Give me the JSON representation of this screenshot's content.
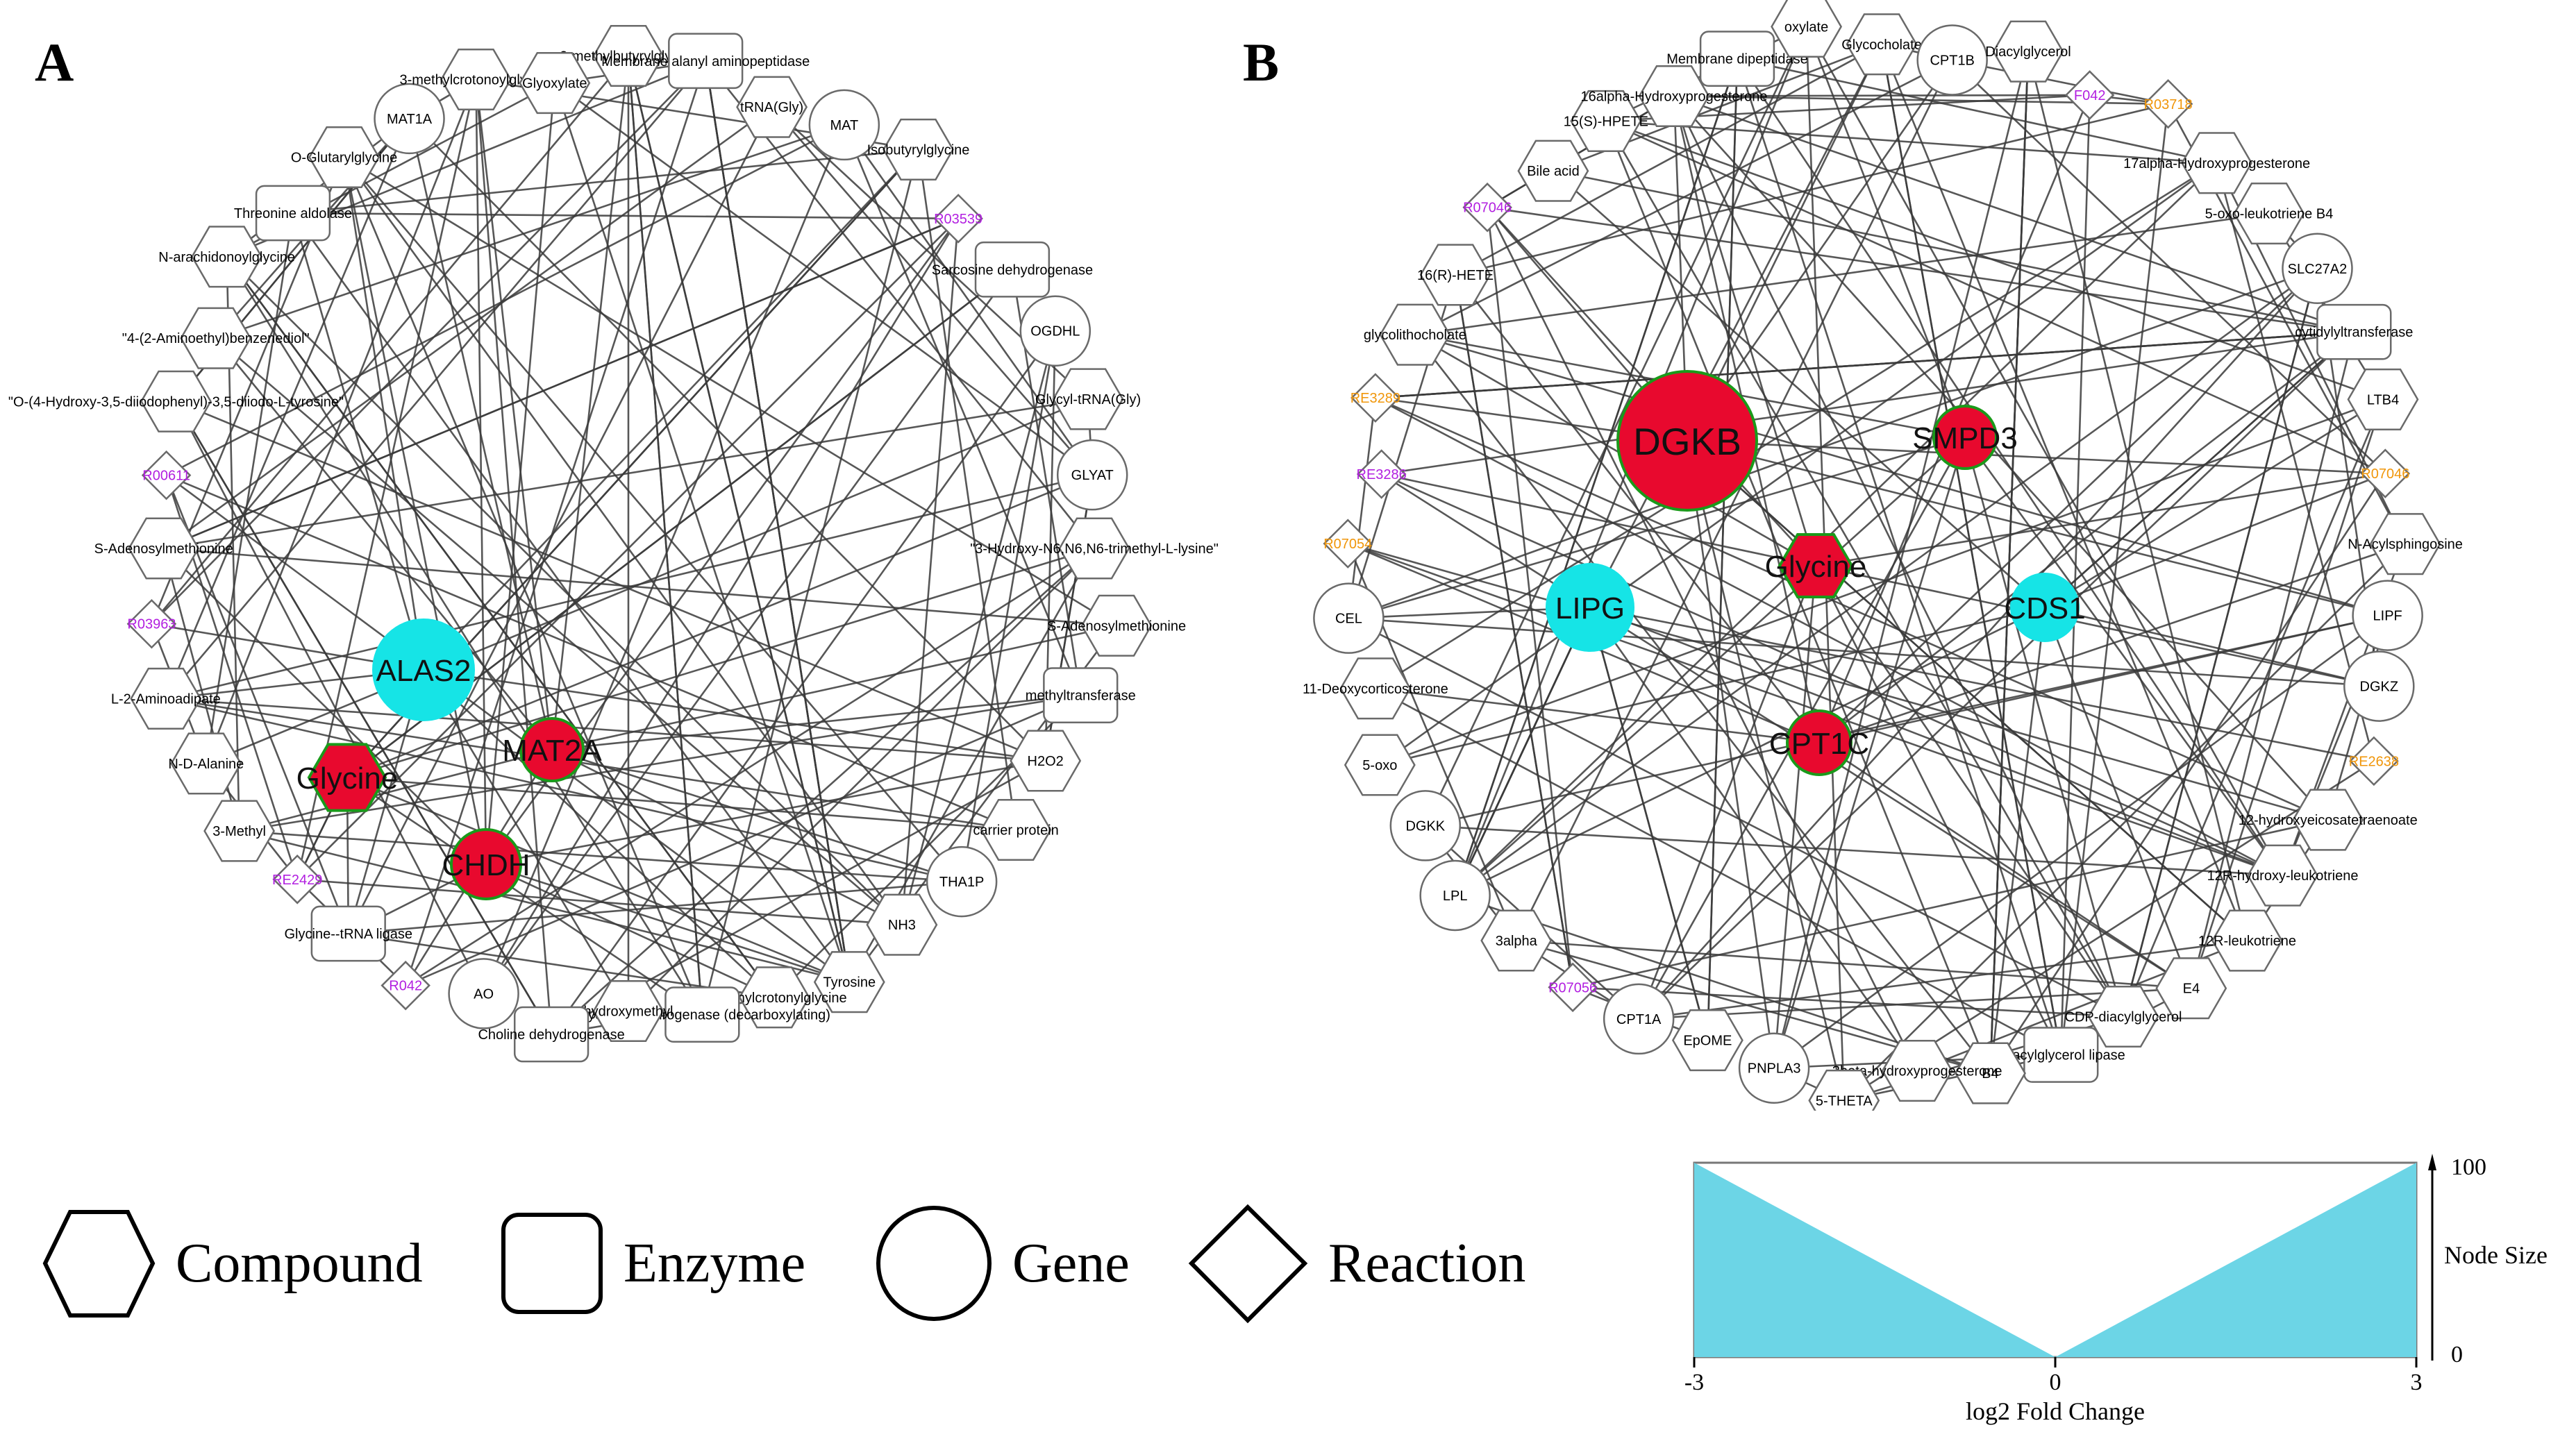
{
  "panels": [
    {
      "letter": "A",
      "highlighted": [
        {
          "label": "ALAS2",
          "shape": "gene",
          "status": "down"
        },
        {
          "label": "MAT2A",
          "shape": "gene",
          "status": "up"
        },
        {
          "label": "Glycine",
          "shape": "compound",
          "status": "up"
        },
        {
          "label": "CHDH",
          "shape": "gene",
          "status": "up"
        }
      ],
      "ring": [
        {
          "label": "2-methylbutyrylglycine",
          "shape": "compound"
        },
        {
          "label": "Membrane alanyl aminopeptidase",
          "shape": "enzyme"
        },
        {
          "label": "tRNA(Gly)",
          "shape": "compound"
        },
        {
          "label": "MAT",
          "shape": "gene"
        },
        {
          "label": "Isobutyrylglycine",
          "shape": "compound"
        },
        {
          "label": "R03539",
          "shape": "reaction"
        },
        {
          "label": "Sarcosine dehydrogenase",
          "shape": "enzyme"
        },
        {
          "label": "OGDHL",
          "shape": "gene"
        },
        {
          "label": "Glycyl-tRNA(Gly)",
          "shape": "compound"
        },
        {
          "label": "GLYAT",
          "shape": "gene"
        },
        {
          "label": "\"3-Hydroxy-N6,N6,N6-trimethyl-L-lysine\"",
          "shape": "compound"
        },
        {
          "label": "S-Adenosylmethionine",
          "shape": "compound"
        },
        {
          "label": "methyltransferase",
          "shape": "enzyme"
        },
        {
          "label": "H2O2",
          "shape": "compound"
        },
        {
          "label": "carrier protein",
          "shape": "compound"
        },
        {
          "label": "THA1P",
          "shape": "gene"
        },
        {
          "label": "NH3",
          "shape": "compound"
        },
        {
          "label": "Tyrosine",
          "shape": "compound"
        },
        {
          "label": "3-Methylcrotonylglycine",
          "shape": "compound"
        },
        {
          "label": "Glycine dehydrogenase (decarboxylating)",
          "shape": "enzyme"
        },
        {
          "label": "hydroxymethyl",
          "shape": "compound"
        },
        {
          "label": "Choline dehydrogenase",
          "shape": "enzyme"
        },
        {
          "label": "AO",
          "shape": "gene"
        },
        {
          "label": "R042",
          "shape": "reaction"
        },
        {
          "label": "Glycine--tRNA ligase",
          "shape": "enzyme"
        },
        {
          "label": "RE2429",
          "shape": "reaction"
        },
        {
          "label": "3-Methyl",
          "shape": "compound"
        },
        {
          "label": "N-D-Alanine",
          "shape": "compound"
        },
        {
          "label": "L-2-Aminoadipate",
          "shape": "compound"
        },
        {
          "label": "R03963",
          "shape": "reaction"
        },
        {
          "label": "S-Adenosylmethionine",
          "shape": "compound"
        },
        {
          "label": "R00611",
          "shape": "reaction"
        },
        {
          "label": "\"O-(4-Hydroxy-3,5-diiodophenyl)-3,5-diiodo-L-tyrosine\"",
          "shape": "compound"
        },
        {
          "label": "\"4-(2-Aminoethyl)benzenediol\"",
          "shape": "compound"
        },
        {
          "label": "N-arachidonoylglycine",
          "shape": "compound"
        },
        {
          "label": "Threonine aldolase",
          "shape": "enzyme"
        },
        {
          "label": "O-Glutarylglycine",
          "shape": "compound"
        },
        {
          "label": "MAT1A",
          "shape": "gene"
        },
        {
          "label": "3-methylcrotonoylglycine",
          "shape": "compound"
        },
        {
          "label": "Glyoxylate",
          "shape": "compound"
        }
      ]
    },
    {
      "letter": "B",
      "highlighted": [
        {
          "label": "DGKB",
          "shape": "gene",
          "status": "up"
        },
        {
          "label": "SMPD3",
          "shape": "gene",
          "status": "up"
        },
        {
          "label": "Glycine",
          "shape": "compound",
          "status": "up"
        },
        {
          "label": "LIPG",
          "shape": "gene",
          "status": "down"
        },
        {
          "label": "CDS1",
          "shape": "gene",
          "status": "down"
        },
        {
          "label": "CPT1C",
          "shape": "gene",
          "status": "up"
        }
      ],
      "ring": [
        {
          "label": "Glycocholate",
          "shape": "compound"
        },
        {
          "label": "CPT1B",
          "shape": "gene"
        },
        {
          "label": "Diacylglycerol",
          "shape": "compound"
        },
        {
          "label": "F042",
          "shape": "reaction"
        },
        {
          "label": "R03718",
          "shape": "reaction"
        },
        {
          "label": "17alpha-Hydroxyprogesterone",
          "shape": "compound"
        },
        {
          "label": "5-oxo-leukotriene B4",
          "shape": "compound"
        },
        {
          "label": "SLC27A2",
          "shape": "gene"
        },
        {
          "label": "cytidylyltransferase",
          "shape": "enzyme"
        },
        {
          "label": "LTB4",
          "shape": "compound"
        },
        {
          "label": "R07046",
          "shape": "reaction"
        },
        {
          "label": "N-Acylsphingosine",
          "shape": "compound"
        },
        {
          "label": "LIPF",
          "shape": "gene"
        },
        {
          "label": "DGKZ",
          "shape": "gene"
        },
        {
          "label": "RE2638",
          "shape": "reaction"
        },
        {
          "label": "12-hydroxyeicosatetraenoate",
          "shape": "compound"
        },
        {
          "label": "12R-hydroxy-leukotriene",
          "shape": "compound"
        },
        {
          "label": "12R-leukotriene",
          "shape": "compound"
        },
        {
          "label": "E4",
          "shape": "compound"
        },
        {
          "label": "CDP-diacylglycerol",
          "shape": "compound"
        },
        {
          "label": "Triacylglycerol lipase",
          "shape": "enzyme"
        },
        {
          "label": "B4",
          "shape": "compound"
        },
        {
          "label": "3beta-hydroxyprogesterone",
          "shape": "compound"
        },
        {
          "label": "5-THETA",
          "shape": "compound"
        },
        {
          "label": "PNPLA3",
          "shape": "gene"
        },
        {
          "label": "EpOME",
          "shape": "compound"
        },
        {
          "label": "CPT1A",
          "shape": "gene"
        },
        {
          "label": "R07056",
          "shape": "reaction"
        },
        {
          "label": "3alpha",
          "shape": "compound"
        },
        {
          "label": "LPL",
          "shape": "gene"
        },
        {
          "label": "DGKK",
          "shape": "gene"
        },
        {
          "label": "5-oxo",
          "shape": "compound"
        },
        {
          "label": "11-Deoxycorticosterone",
          "shape": "compound"
        },
        {
          "label": "CEL",
          "shape": "gene"
        },
        {
          "label": "R07054",
          "shape": "reaction"
        },
        {
          "label": "RE3286",
          "shape": "reaction"
        },
        {
          "label": "RE3289",
          "shape": "reaction"
        },
        {
          "label": "glycolithocholate",
          "shape": "compound"
        },
        {
          "label": "16(R)-HETE",
          "shape": "compound"
        },
        {
          "label": "R07046",
          "shape": "reaction"
        },
        {
          "label": "Bile acid",
          "shape": "compound"
        },
        {
          "label": "15(S)-HPETE",
          "shape": "compound"
        },
        {
          "label": "16alpha-Hydroxyprogesterone",
          "shape": "compound"
        },
        {
          "label": "Membrane dipeptidase",
          "shape": "enzyme"
        },
        {
          "label": "oxylate",
          "shape": "compound"
        }
      ]
    }
  ],
  "legend": [
    {
      "shape": "compound",
      "label": "Compound"
    },
    {
      "shape": "enzyme",
      "label": "Enzyme"
    },
    {
      "shape": "gene",
      "label": "Gene"
    },
    {
      "shape": "reaction",
      "label": "Reaction"
    }
  ],
  "scale": {
    "x_ticks": [
      "-3",
      "0",
      "3"
    ],
    "y_ticks": [
      "100",
      "0"
    ],
    "xlabel": "log2 Fold Change",
    "ylabel": "Node Size",
    "fill_color": "#6cd5e6"
  },
  "colors": {
    "up": "#e8092e",
    "down": "#16e4e6",
    "node_border_up": "#1a9a1a",
    "ring_node_fill": "#ffffff",
    "edge": "#3a3a3a",
    "reaction_label_orange": "#f0960a",
    "reaction_label_purple": "#b21fe0"
  }
}
